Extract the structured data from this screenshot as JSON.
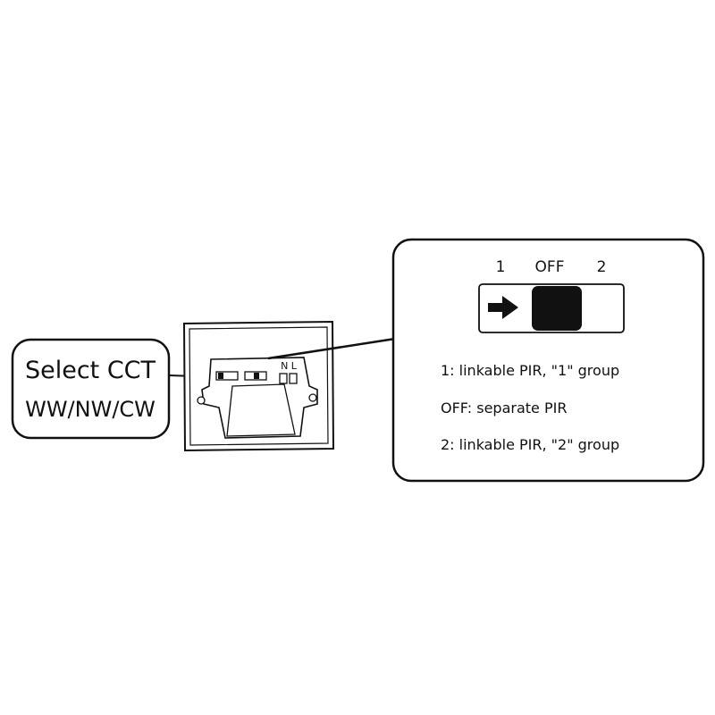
{
  "callout_left": {
    "line1": "Select CCT",
    "line2": "WW/NW/CW"
  },
  "device": {
    "terminal_label": "N L"
  },
  "switch_panel": {
    "positions": [
      "1",
      "OFF",
      "2"
    ],
    "selected_position": "OFF",
    "arrow_icon": "right-arrow-icon",
    "descriptions": [
      "1: linkable PIR, \"1\" group",
      "OFF: separate PIR",
      "2: linkable PIR, \"2\" group"
    ]
  },
  "colors": {
    "stroke": "#111111",
    "background": "#ffffff"
  }
}
